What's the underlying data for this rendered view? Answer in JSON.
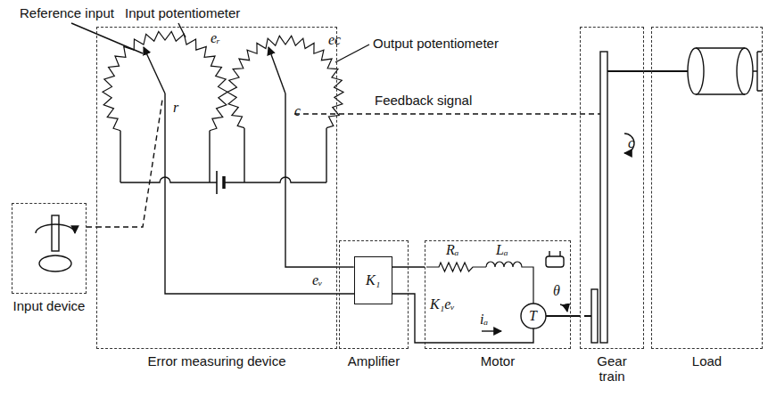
{
  "diagram": {
    "nodes": [
      {
        "text": [
          "Input device"
        ]
      },
      {
        "text": [
          "Error measuring device"
        ]
      },
      {
        "text": [
          "Amplifier"
        ]
      },
      {
        "text": [
          "K₁"
        ],
        "in": 2
      },
      {
        "text": [
          "Motor"
        ]
      },
      {
        "text": [
          "Gear train"
        ]
      },
      {
        "text": [
          "Load"
        ]
      }
    ],
    "edges": [
      {
        "from": 0,
        "to": 1,
        "arrow": "none"
      },
      {
        "from": 1,
        "to": 3,
        "arrow": "none"
      },
      {
        "from": 3,
        "to": 4,
        "arrow": "none"
      },
      {
        "from": 4,
        "to": 5,
        "arrow": "none"
      },
      {
        "from": 5,
        "to": 6,
        "arrow": "none"
      }
    ],
    "labels": [
      "Reference input",
      "Input potentiometer",
      "Output potentiometer",
      "Feedback signal",
      "eᵣ",
      "ec",
      "r",
      "c",
      "eᵥ",
      "Rₐ",
      "Lₐ",
      "K₁eᵥ",
      "iₐ",
      "T",
      "θ",
      "c"
    ]
  }
}
